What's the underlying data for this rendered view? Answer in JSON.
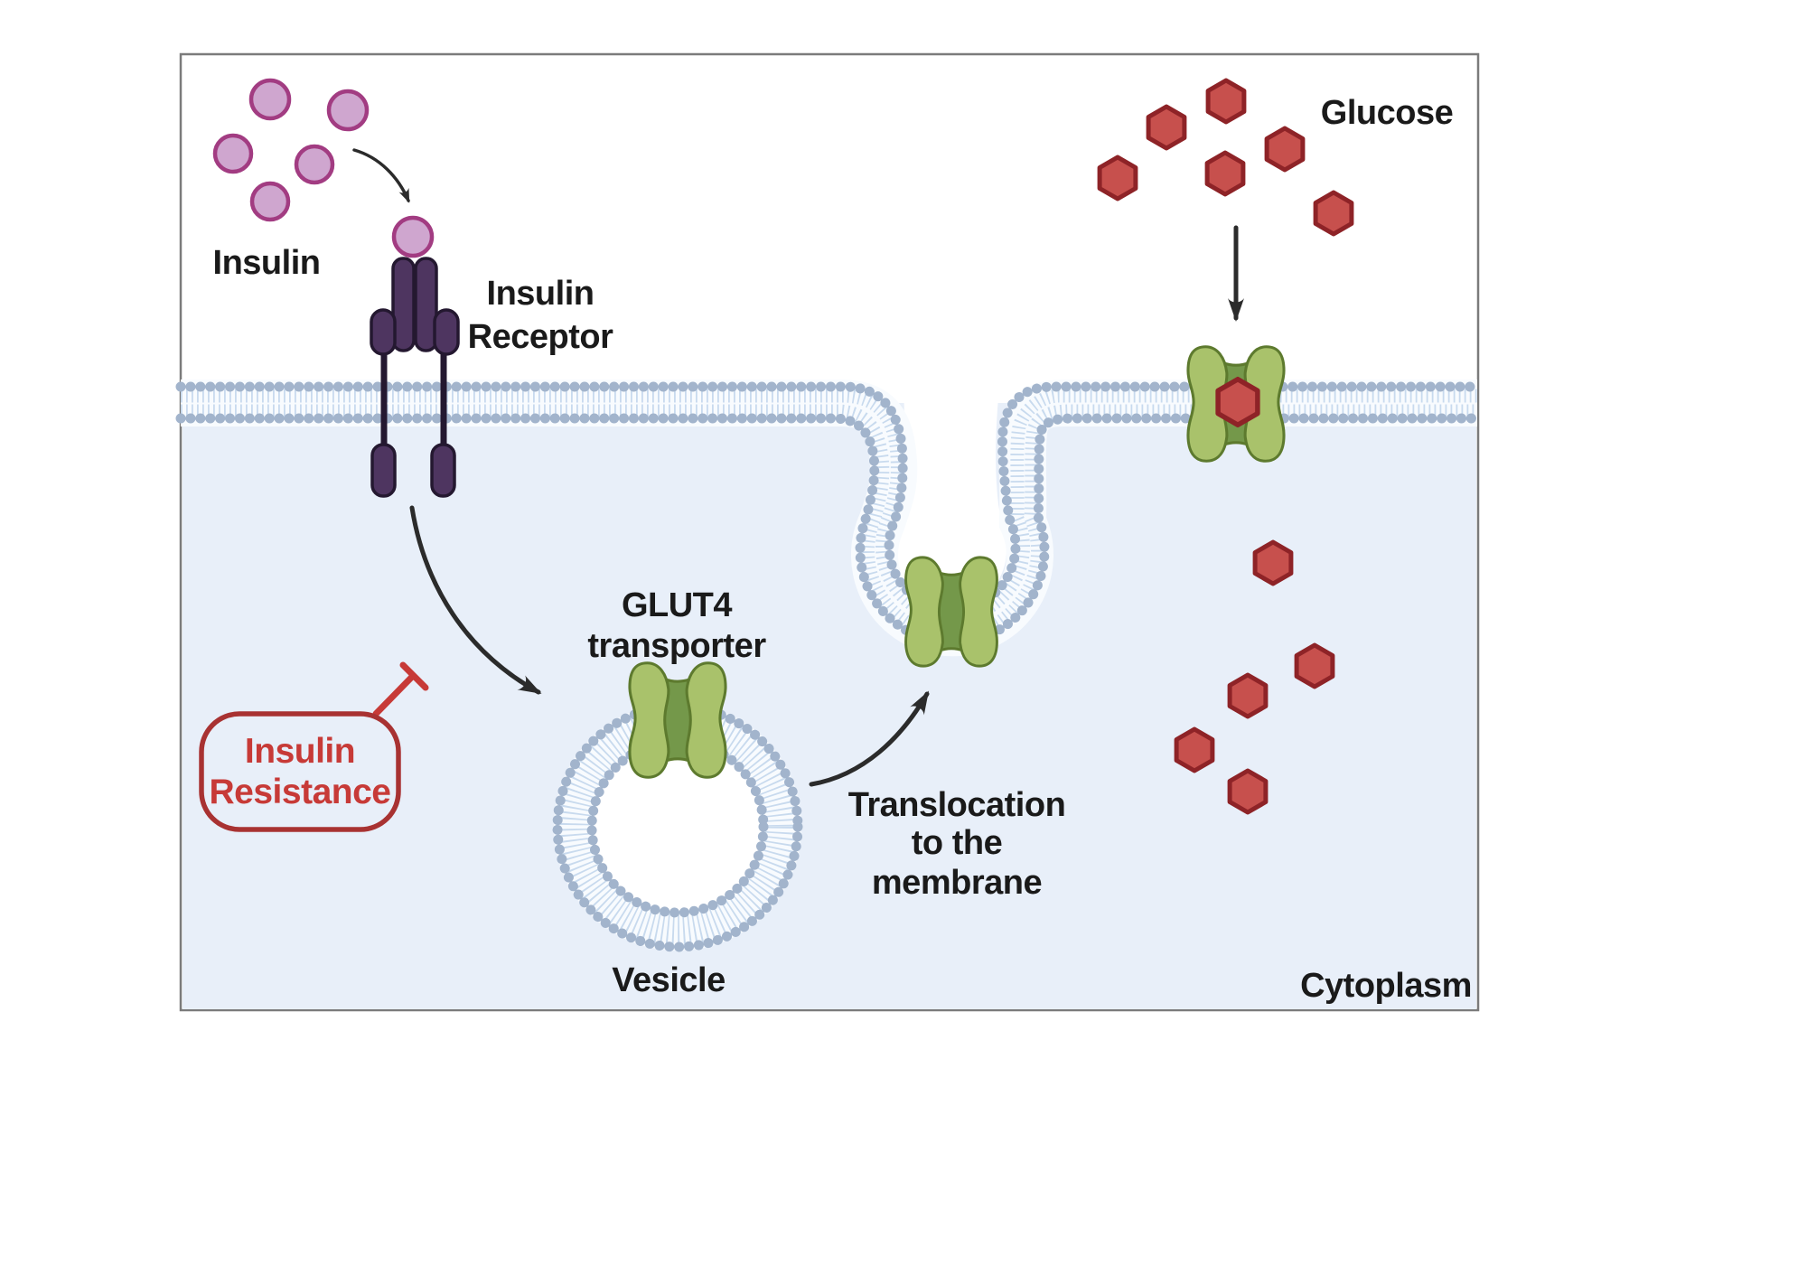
{
  "figure": {
    "labels": {
      "insulin": "Insulin",
      "insulin_receptor_line1": "Insulin",
      "insulin_receptor_line2": "Receptor",
      "glucose": "Glucose",
      "glut4_line1": "GLUT4",
      "glut4_line2": "transporter",
      "translocation_line1": "Translocation",
      "translocation_line2": "to the",
      "translocation_line3": "membrane",
      "vesicle": "Vesicle",
      "cytoplasm": "Cytoplasm",
      "insulin_resistance_line1": "Insulin",
      "insulin_resistance_line2": "Resistance"
    },
    "molecules": {
      "free_insulin_count": 5,
      "bound_insulin_count": 1,
      "extracellular_glucose_count": 6,
      "intracellular_glucose_count": 5,
      "glucose_in_transporter_count": 1,
      "glut4_transporter_count": 3
    },
    "colors": {
      "insulin_fill": "#cfa6cf",
      "insulin_stroke": "#a23c82",
      "receptor_fill": "#4e3560",
      "receptor_stroke": "#241830",
      "glut4_lobe_fill": "#a9c26b",
      "glut4_channel_fill": "#74984a",
      "glut4_stroke": "#5d7a2e",
      "glucose_fill": "#c7504d",
      "glucose_stroke": "#8e2327",
      "membrane_head": "#a2b4cc",
      "membrane_tail": "#c8daee",
      "cytoplasm_fill": "#e8eff9",
      "resistance_color": "#c73a37",
      "resistance_border": "#a83232",
      "arrow_color": "#2b2b2b",
      "label_color": "#1a1a1a",
      "frame_border": "#7b7b7b"
    }
  }
}
